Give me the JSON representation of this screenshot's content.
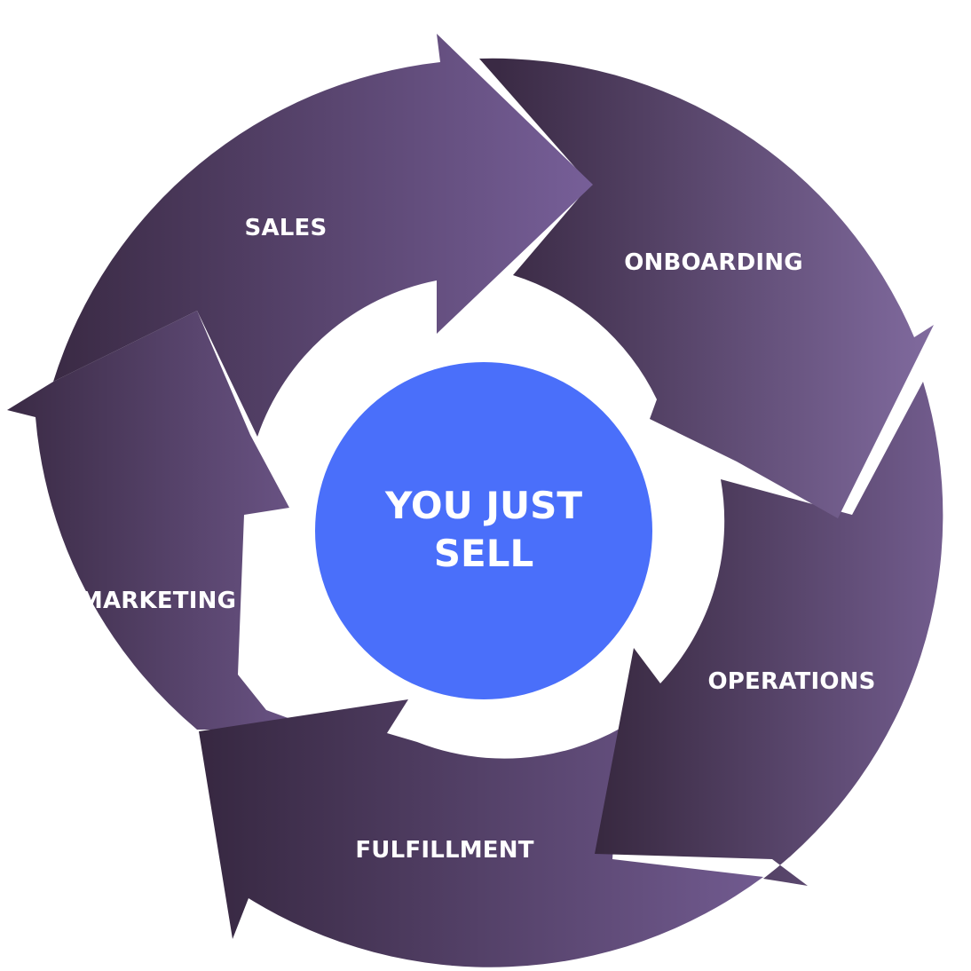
{
  "center": {
    "line1": "YOU JUST",
    "line2": "SELL",
    "color": "#4a6ffa"
  },
  "stages": [
    {
      "id": "sales",
      "label": "SALES"
    },
    {
      "id": "onboarding",
      "label": "ONBOARDING"
    },
    {
      "id": "operations",
      "label": "OPERATIONS"
    },
    {
      "id": "fulfillment",
      "label": "FULFILLMENT"
    },
    {
      "id": "marketing",
      "label": "MARKETING"
    }
  ],
  "colors": {
    "arrow_dark": "#3c2c47",
    "arrow_light": "#7c6399",
    "background": "#ffffff",
    "label_text": "#ffffff"
  }
}
